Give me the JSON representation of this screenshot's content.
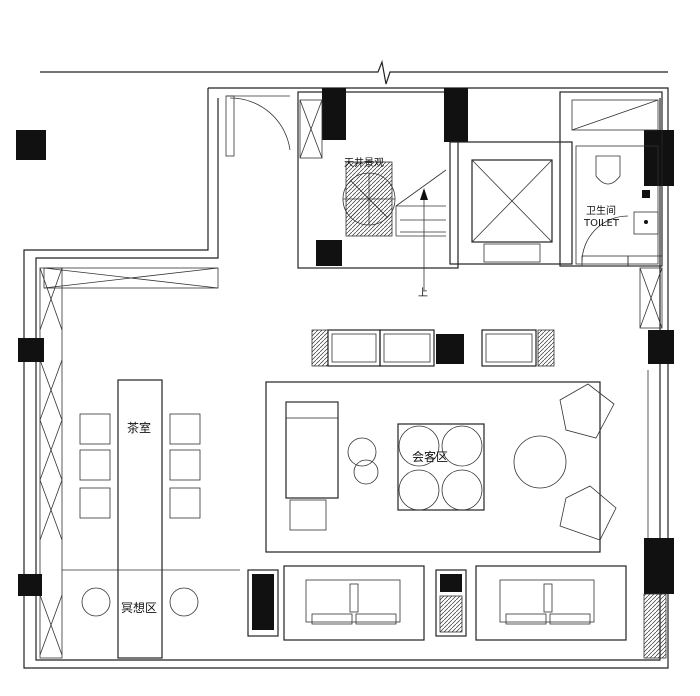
{
  "labels": {
    "tea_room": "茶室",
    "meeting_area": "会客区",
    "meditation_area": "冥想区",
    "stair_view": "天井景观",
    "restroom": "卫生间",
    "toilet": "TOILET",
    "up": "上"
  },
  "colors": {
    "line": "#222222",
    "fill_dark": "#111111",
    "background": "#ffffff"
  }
}
